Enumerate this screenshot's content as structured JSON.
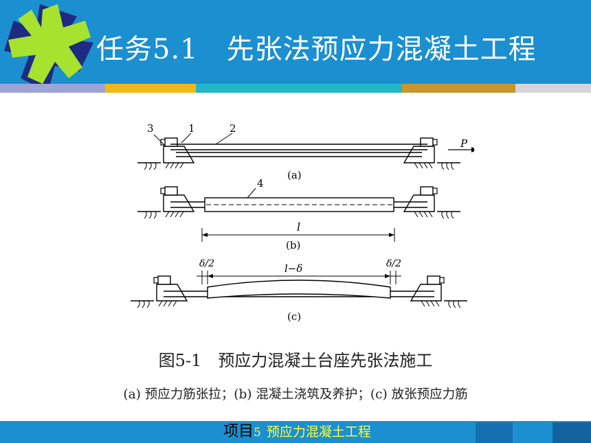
{
  "slide": {
    "title": "任务5.1　先张法预应力混凝土工程",
    "colors": {
      "header": "#1b8fcf",
      "logo_green": "#a6e22e",
      "logo_navy": "#1f2b82"
    }
  },
  "figure": {
    "labels": {
      "n3": "3",
      "n1": "1",
      "n2": "2",
      "P": "P",
      "a": "(a)",
      "n4": "4",
      "l": "l",
      "b": "(b)",
      "delta_left": "δ/2",
      "l_minus_delta": "l−δ",
      "delta_right": "δ/2",
      "c": "(c)"
    },
    "caption": "图5-1　预应力混凝土台座先张法施工",
    "subcaption": "(a) 预应力筋张拉；(b) 混凝土浇筑及养护；(c) 放张预应力筋"
  },
  "footer": {
    "prefix": "项目",
    "number": "5",
    "subtitle": "预应力混凝土工程"
  }
}
